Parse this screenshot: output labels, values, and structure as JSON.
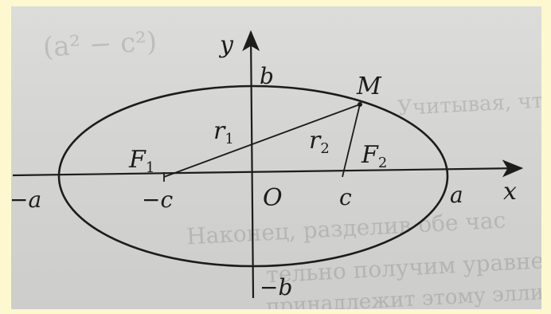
{
  "colors": {
    "frame": "#fdf8cf",
    "paper": "#d6d6d4",
    "ink": "#1c1c1c"
  },
  "axes": {
    "x": "x",
    "y": "y"
  },
  "labels": {
    "origin": "O",
    "b_pos": "b",
    "b_neg": "−b",
    "a_pos": "a",
    "a_neg": "−a",
    "c_pos": "c",
    "c_neg": "−c",
    "M": "M",
    "F1_letter": "F",
    "F1_sub": "1",
    "F2_letter": "F",
    "F2_sub": "2",
    "r1_letter": "r",
    "r1_sub": "1",
    "r2_letter": "r",
    "r2_sub": "2"
  },
  "background_text": {
    "line1": "Учитывая, что",
    "line2": "Наконец, разделив обе час",
    "line3": "тельно получим уравнение",
    "line4": "принадлежит этому эллипсу",
    "formula": "(a² − c²)"
  }
}
